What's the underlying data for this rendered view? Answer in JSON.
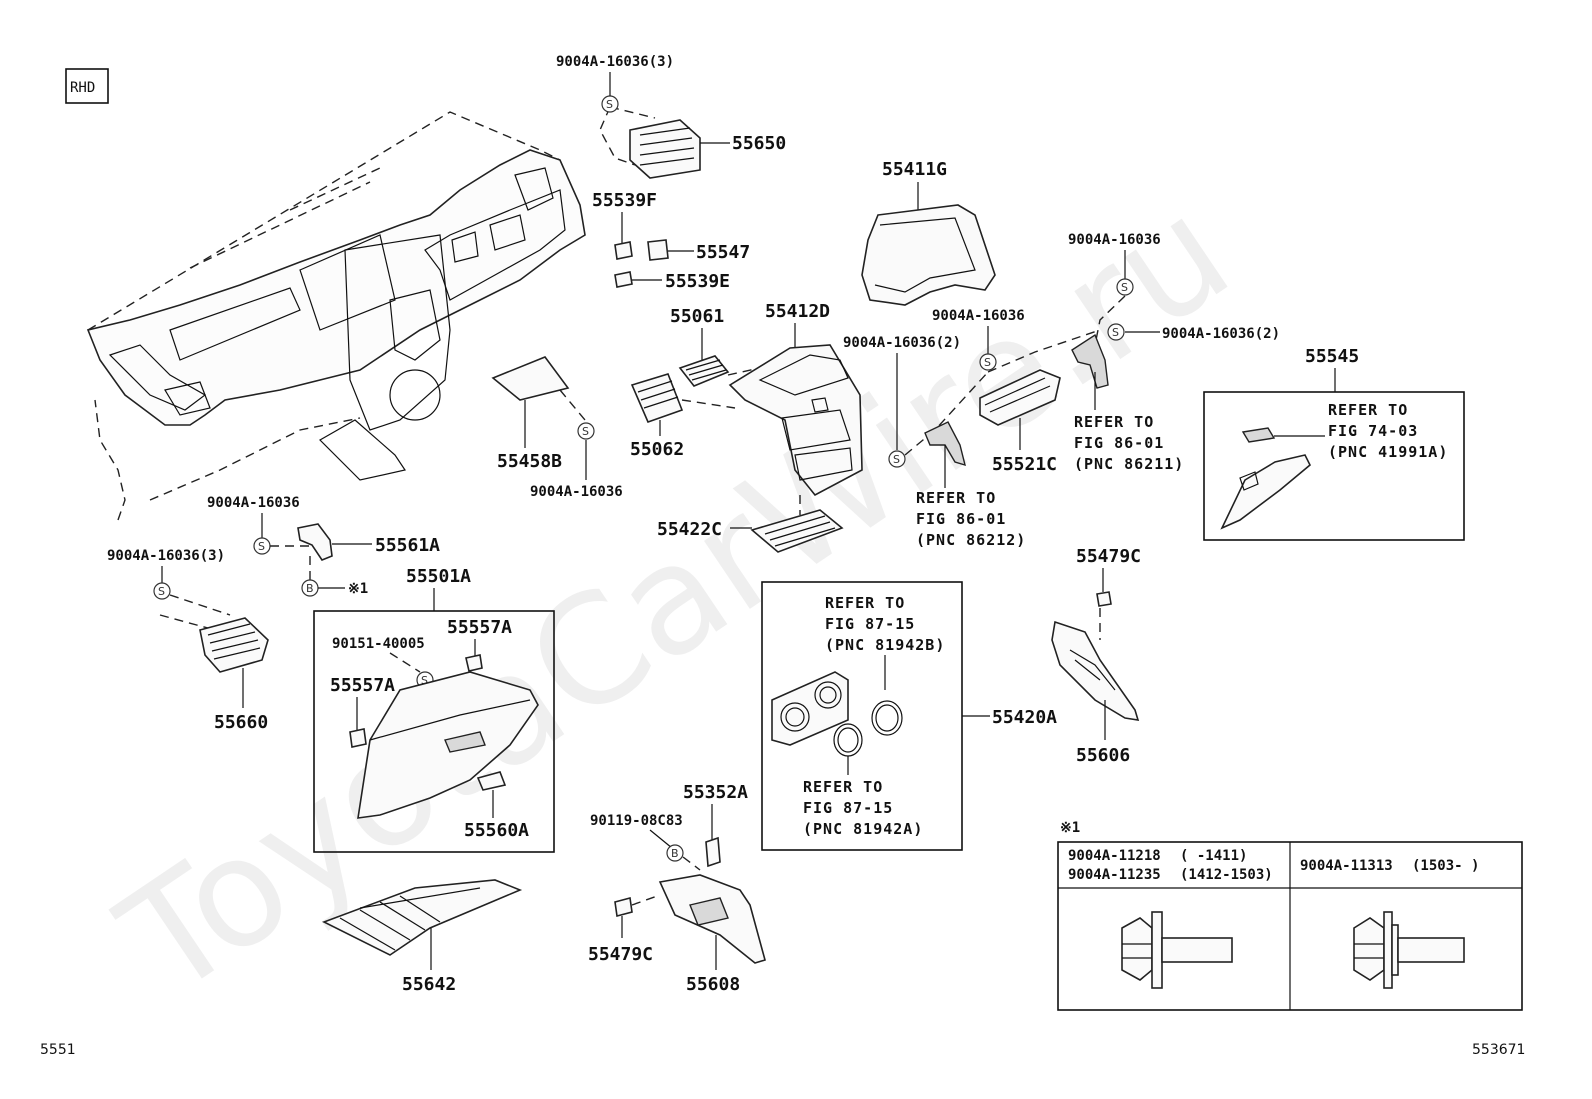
{
  "watermark": "ToyotaCarWire.ru",
  "badge": "RHD",
  "page_left": "5551",
  "page_right": "553671",
  "labels": {
    "p9004a_16036_3_top": "9004A-16036(3)",
    "p55650": "55650",
    "p55539F": "55539F",
    "p55547": "55547",
    "p55539E": "55539E",
    "p55411G": "55411G",
    "p55061": "55061",
    "p55412D": "55412D",
    "p55062": "55062",
    "p55458B": "55458B",
    "p9004a_16036_55458": "9004A-16036",
    "p9004a_16036_right1": "9004A-16036",
    "p9004a_16036_mid": "9004A-16036",
    "p9004a_16036_2_a": "9004A-16036(2)",
    "p9004a_16036_2_b": "9004A-16036(2)",
    "p55545": "55545",
    "p55521C": "55521C",
    "p55422C": "55422C",
    "p9004a_16036_left": "9004A-16036",
    "p55561A": "55561A",
    "p9004a_16036_3_left": "9004A-16036(3)",
    "b_note": "※1",
    "p55501A": "55501A",
    "p90151": "90151-40005",
    "p55557A_top": "55557A",
    "p55557A_left": "55557A",
    "p55660": "55660",
    "p55560A": "55560A",
    "p55479C_top": "55479C",
    "p55606": "55606",
    "p55420A": "55420A",
    "p55352A": "55352A",
    "p90119": "90119-08C83",
    "p55479C_bottom": "55479C",
    "p55608": "55608",
    "p55642": "55642"
  },
  "refs": {
    "fig86_01_a": [
      "REFER TO",
      "FIG 86-01",
      "(PNC 86211)"
    ],
    "fig86_01_b": [
      "REFER TO",
      "FIG 86-01",
      "(PNC 86212)"
    ],
    "fig74_03": [
      "REFER TO",
      "FIG 74-03",
      "(PNC 41991A)"
    ],
    "fig87_15_a": [
      "REFER TO",
      "FIG 87-15",
      "(PNC 81942B)"
    ],
    "fig87_15_b": [
      "REFER TO",
      "FIG 87-15",
      "(PNC 81942A)"
    ]
  },
  "symbols": {
    "s": "S",
    "b": "B"
  },
  "note_table": {
    "marker": "※1",
    "left_parts": [
      {
        "part": "9004A-11218",
        "range": "(      -1411)"
      },
      {
        "part": "9004A-11235",
        "range": "(1412-1503)"
      }
    ],
    "right_parts": [
      {
        "part": "9004A-11313",
        "range": "(1503-      )"
      }
    ]
  }
}
